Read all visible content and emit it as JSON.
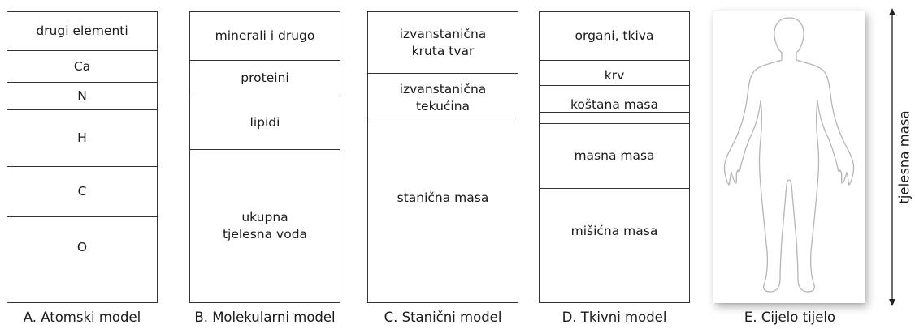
{
  "models": [
    {
      "caption": "A. Atomski model",
      "segments": [
        "drugi elementi",
        "Ca",
        "N",
        "H",
        "C",
        "O"
      ]
    },
    {
      "caption": "B. Molekularni model",
      "segments": [
        "minerali i drugo",
        "proteini",
        "lipidi",
        "ukupna\ntjelesna voda"
      ]
    },
    {
      "caption": "C. Stanični model",
      "segments": [
        "izvanstanična\nkruta tvar",
        "izvanstanična\ntekućina",
        "stanična masa"
      ]
    },
    {
      "caption": "D. Tkivni model",
      "segments": [
        "organi, tkiva",
        "krv",
        "koštana masa",
        "masna masa",
        "mišićna masa"
      ]
    }
  ],
  "whole_body": {
    "caption": "E. Cijelo tijelo",
    "axis_label": "tjelesna masa"
  }
}
